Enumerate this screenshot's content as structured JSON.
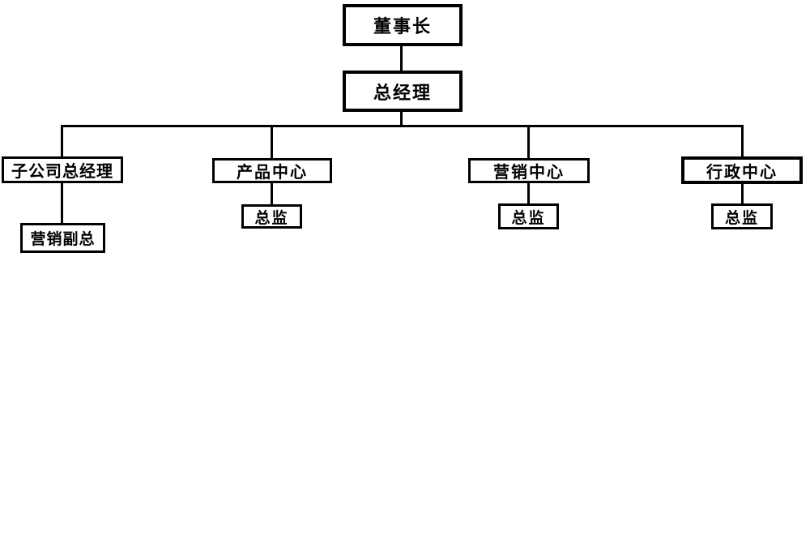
{
  "diagram": {
    "type": "org-chart",
    "background_color": "#ffffff",
    "line_color": "#000000",
    "box_border_color": "#000000",
    "text_color": "#000000",
    "nodes": {
      "chairman": {
        "label": "董事长"
      },
      "general_manager": {
        "label": "总经理"
      },
      "subsidiary_gm": {
        "label": "子公司总经理"
      },
      "product_center": {
        "label": "产品中心"
      },
      "marketing_center": {
        "label": "营销中心"
      },
      "admin_center": {
        "label": "行政中心"
      },
      "marketing_vp": {
        "label": "营销副总"
      },
      "product_director": {
        "label": "总监"
      },
      "marketing_director": {
        "label": "总监"
      },
      "admin_director": {
        "label": "总监"
      }
    },
    "edges": [
      {
        "from": "chairman",
        "to": "general_manager"
      },
      {
        "from": "general_manager",
        "to": "subsidiary_gm"
      },
      {
        "from": "general_manager",
        "to": "product_center"
      },
      {
        "from": "general_manager",
        "to": "marketing_center"
      },
      {
        "from": "general_manager",
        "to": "admin_center"
      },
      {
        "from": "subsidiary_gm",
        "to": "marketing_vp"
      },
      {
        "from": "product_center",
        "to": "product_director"
      },
      {
        "from": "marketing_center",
        "to": "marketing_director"
      },
      {
        "from": "admin_center",
        "to": "admin_director"
      }
    ]
  }
}
